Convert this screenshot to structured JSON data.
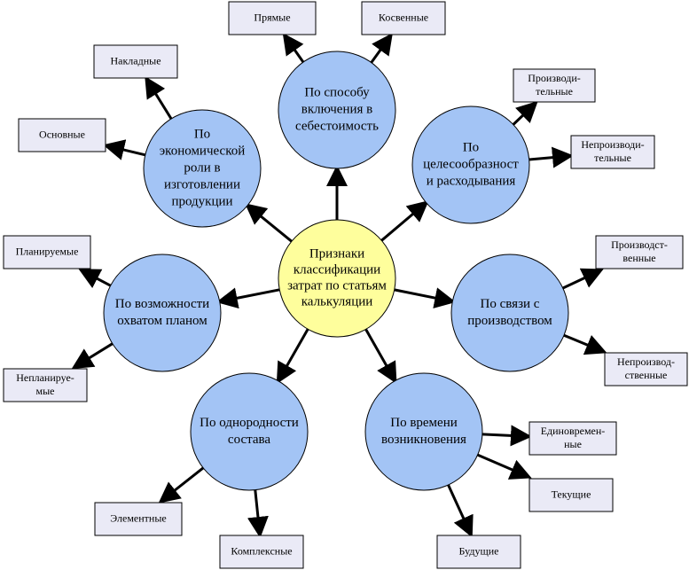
{
  "center": [
    "Признаки",
    "классификации",
    "затрат по статьям",
    "калькуляции"
  ],
  "categories": [
    {
      "id": "inclusion",
      "label": [
        "По способу",
        "включения в",
        "себестоимость"
      ],
      "items": [
        [
          "Прямые"
        ],
        [
          "Косвенные"
        ]
      ]
    },
    {
      "id": "purpose",
      "label": [
        "По",
        "целесообразност",
        "и расходывания"
      ],
      "items": [
        [
          "Производи-",
          "тельные"
        ],
        [
          "Непроизводи-",
          "тельные"
        ]
      ]
    },
    {
      "id": "production",
      "label": [
        "По связи с",
        "производством"
      ],
      "items": [
        [
          "Производст-",
          "венные"
        ],
        [
          "Непроизвод-",
          "ственные"
        ]
      ]
    },
    {
      "id": "time",
      "label": [
        "По времени",
        "возникновения"
      ],
      "items": [
        [
          "Единовремен-",
          "ные"
        ],
        [
          "Текущие"
        ],
        [
          "Будущие"
        ]
      ]
    },
    {
      "id": "composition",
      "label": [
        "По однородности",
        "состава"
      ],
      "items": [
        [
          "Элементные"
        ],
        [
          "Комплексные"
        ]
      ]
    },
    {
      "id": "planning",
      "label": [
        "По возможности",
        "охватом планом"
      ],
      "items": [
        [
          "Планируемые"
        ],
        [
          "Непланируе-",
          "мые"
        ]
      ]
    },
    {
      "id": "economic",
      "label": [
        "По",
        "экономической",
        "роли в",
        "изготовлении",
        "продукции"
      ],
      "items": [
        [
          "Основные"
        ],
        [
          "Накладные"
        ]
      ]
    }
  ],
  "colors": {
    "center_fill": "#fefe9c",
    "category_fill": "#a3c4f5",
    "box_fill": "#eaeaf6",
    "stroke": "#000000"
  }
}
